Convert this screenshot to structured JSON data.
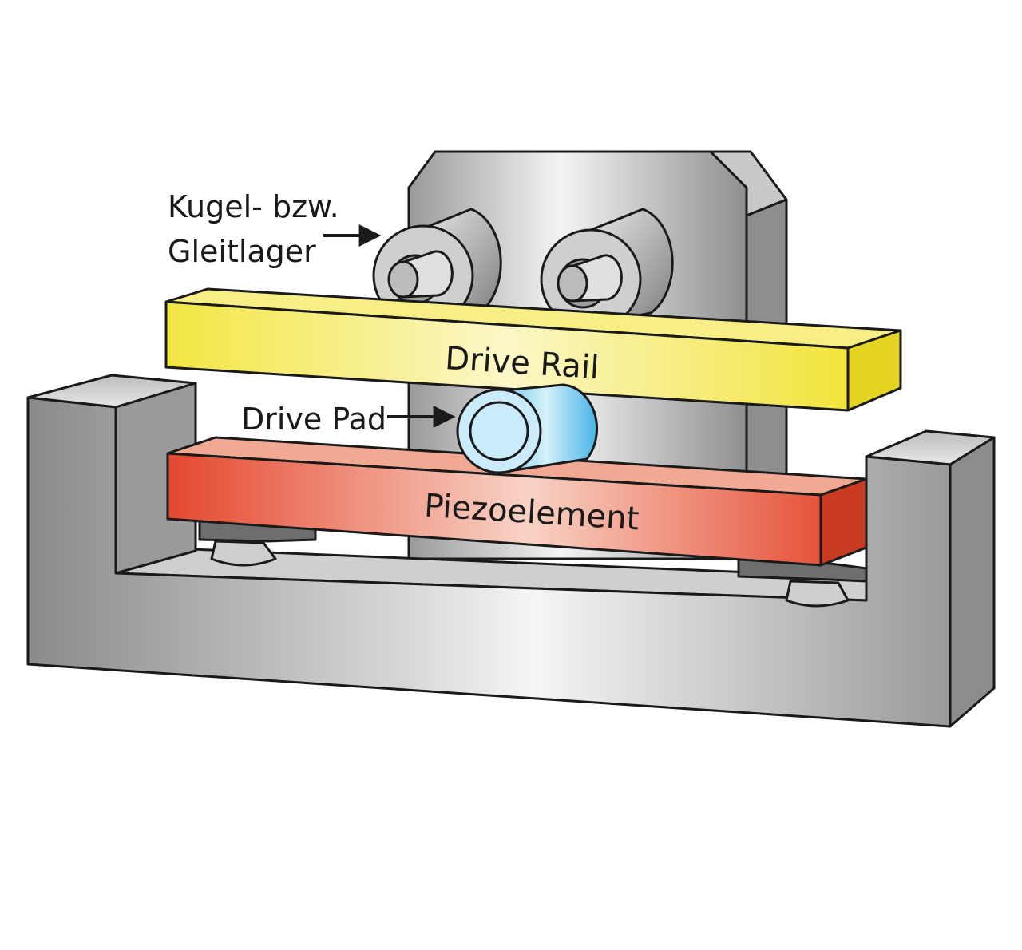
{
  "labels": {
    "bearing_line1": "Kugel- bzw.",
    "bearing_line2": "Gleitlager",
    "drive_pad": "Drive Pad",
    "drive_rail": "Drive Rail",
    "piezo": "Piezoelement"
  },
  "colors": {
    "steel_light": "#f2f2f2",
    "steel_mid": "#c4c4c4",
    "steel_dark": "#8c8c8c",
    "rail_yellow": "#f5ea4a",
    "rail_yellow_light": "#fbf6b8",
    "piezo_red": "#e6533a",
    "piezo_light": "#f7cdbf",
    "pad_blue": "#58c0ec",
    "pad_blue_light": "#bfe6f8",
    "outline": "#1a1a1a"
  }
}
